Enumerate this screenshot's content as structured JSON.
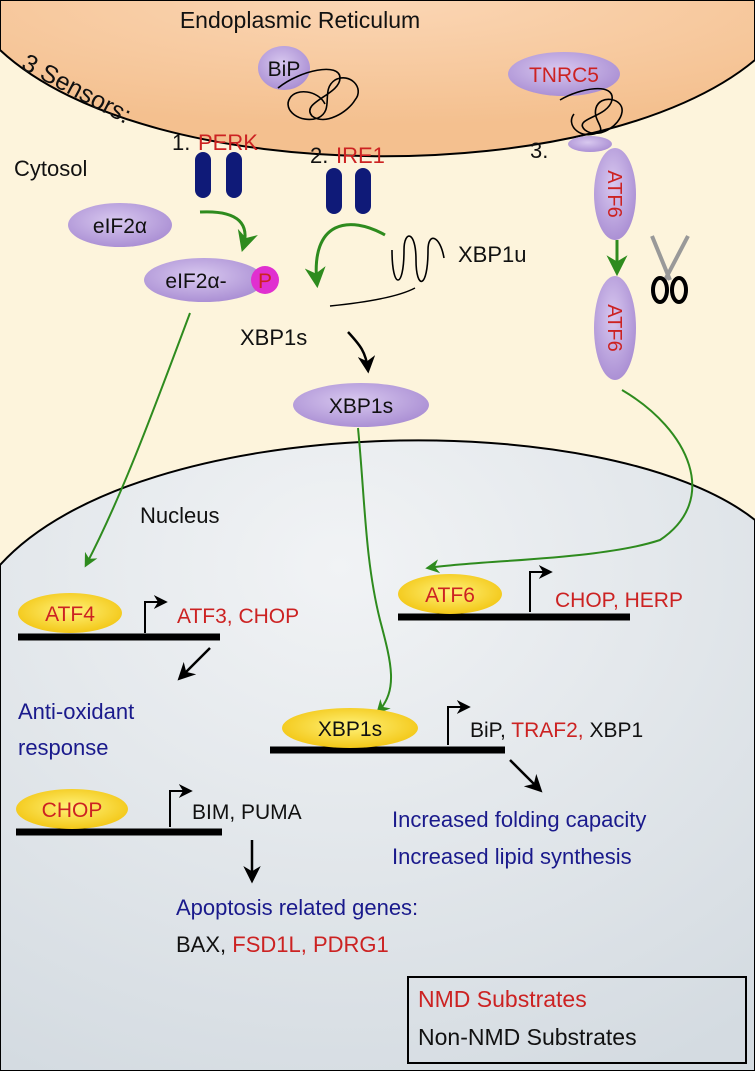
{
  "regions": {
    "er": "Endoplasmic Reticulum",
    "cytosol": "Cytosol",
    "nucleus": "Nucleus"
  },
  "sensors": {
    "heading": "3 Sensors:",
    "n1": "1.",
    "perk": "PERK",
    "n2": "2.",
    "ire1": "IRE1",
    "n3": "3."
  },
  "proteins": {
    "bip": "BiP",
    "tnrc5": "TNRC5",
    "atf6_membrane": "ATF6",
    "atf6_cleaved": "ATF6",
    "eif2a": "eIF2α",
    "eif2a_p": "eIF2α-",
    "phospho": "P",
    "xbp1u": "XBP1u",
    "xbp1s_mrna": "XBP1s",
    "xbp1s_protein": "XBP1s"
  },
  "genes": {
    "atf4": {
      "tf": "ATF4",
      "targets": "ATF3, CHOP"
    },
    "atf6": {
      "tf": "ATF6",
      "targets": "CHOP, HERP"
    },
    "xbp1s": {
      "tf": "XBP1s",
      "t_bip": "BiP, ",
      "t_traf2": "TRAF2, ",
      "t_xbp1": "XBP1"
    },
    "chop": {
      "tf": "CHOP",
      "targets": "BIM, PUMA"
    }
  },
  "outcomes": {
    "antioxidant_l1": "Anti-oxidant",
    "antioxidant_l2": "response",
    "folding": "Increased folding capacity",
    "lipid": "Increased lipid synthesis",
    "apoptosis": "Apoptosis related genes:",
    "bax": "BAX, ",
    "fsd1l": "FSD1L, ",
    "pdrg1": "PDRG1"
  },
  "legend": {
    "nmd": "NMD Substrates",
    "non_nmd": "Non-NMD Substrates"
  },
  "colors": {
    "nmd_red": "#cc2222",
    "blue_text": "#1a1a8c",
    "green_arrow": "#2e8b1e",
    "purple_protein": "#b59bd8",
    "yellow_tf": "#f5d020",
    "magenta_p": "#e030d0",
    "channel_navy": "#0f1a78"
  }
}
